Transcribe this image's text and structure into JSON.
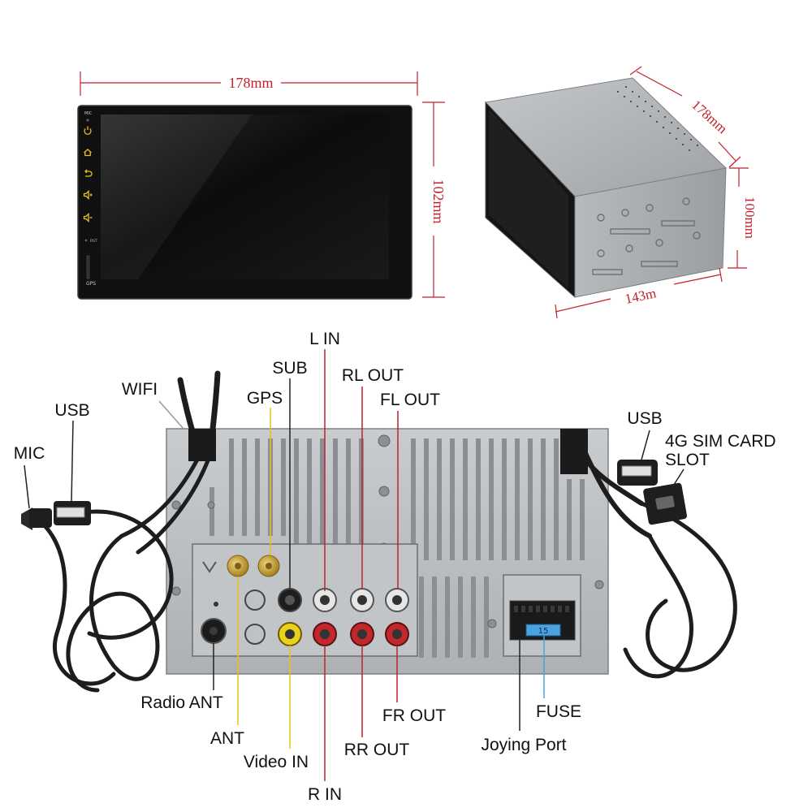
{
  "dimensions": {
    "front_width": "178mm",
    "front_height": "102mm",
    "box_width": "178mm",
    "box_height": "100mm",
    "box_depth": "143m"
  },
  "device_buttons": {
    "mic": "MIC",
    "rst": "RST",
    "gps": "GPS"
  },
  "connector_labels": {
    "l_in": "L IN",
    "sub": "SUB",
    "rl_out": "RL OUT",
    "gps": "GPS",
    "fl_out": "FL OUT",
    "wifi": "WIFI",
    "usb_left": "USB",
    "mic": "MIC",
    "usb_right": "USB",
    "sim_line1": "4G SIM CARD",
    "sim_line2": "SLOT",
    "radio_ant": "Radio ANT",
    "ant": "ANT",
    "video_in": "Video IN",
    "r_in": "R IN",
    "rr_out": "RR OUT",
    "fr_out": "FR OUT",
    "fuse": "FUSE",
    "joying_port": "Joying Port"
  },
  "fuse_value": "15",
  "colors": {
    "dimension_line": "#c3202a",
    "button_icon": "#e8c21a",
    "panel_metal": "#b9bcbf",
    "cable": "#1d1d1d",
    "rca_red": "#c0282a",
    "rca_white": "#e6e6e6",
    "rca_yellow": "#e8d21a",
    "antenna_gold": "#c9a13a"
  }
}
